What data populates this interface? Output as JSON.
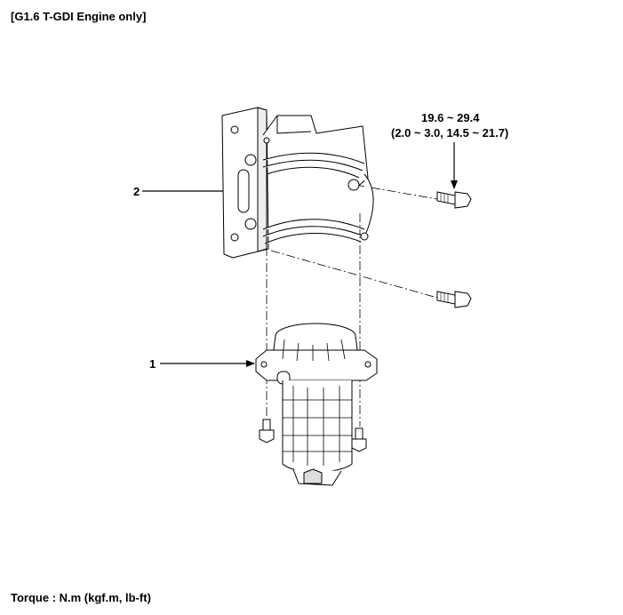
{
  "title": "[G1.6 T-GDI Engine only]",
  "torque_spec": {
    "line1": "19.6 ~ 29.4",
    "line2": "(2.0 ~ 3.0, 14.5 ~ 21.7)"
  },
  "callouts": {
    "item1": "1",
    "item2": "2"
  },
  "footer": "Torque : N.m (kgf.m, lb-ft)"
}
